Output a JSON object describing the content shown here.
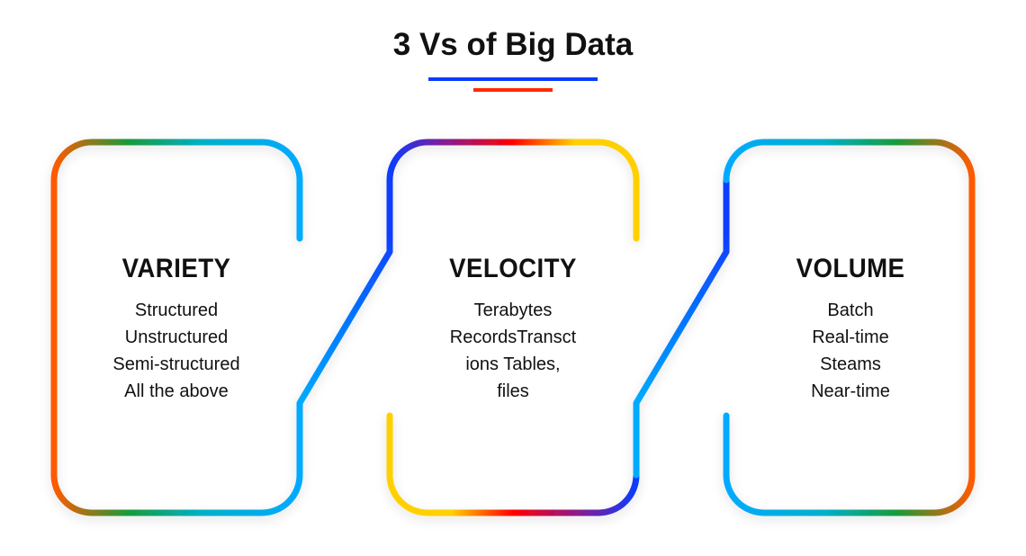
{
  "title": "3 Vs of Big Data",
  "colors": {
    "blue": "#0a3cff",
    "red": "#ff2a00",
    "orange": "#ff5a00",
    "green": "#1a9a3a",
    "cyan": "#00aaff",
    "yellow": "#ffd000",
    "purple": "#7a1fa0"
  },
  "cards": [
    {
      "title": "VARIETY",
      "lines": [
        "Structured",
        "Unstructured",
        "Semi-structured",
        "All the above"
      ]
    },
    {
      "title": "VELOCITY",
      "lines": [
        "Terabytes",
        "RecordsTransct",
        "ions Tables,",
        "files"
      ]
    },
    {
      "title": "VOLUME",
      "lines": [
        "Batch",
        "Real-time",
        "Steams",
        "Near-time"
      ]
    }
  ]
}
